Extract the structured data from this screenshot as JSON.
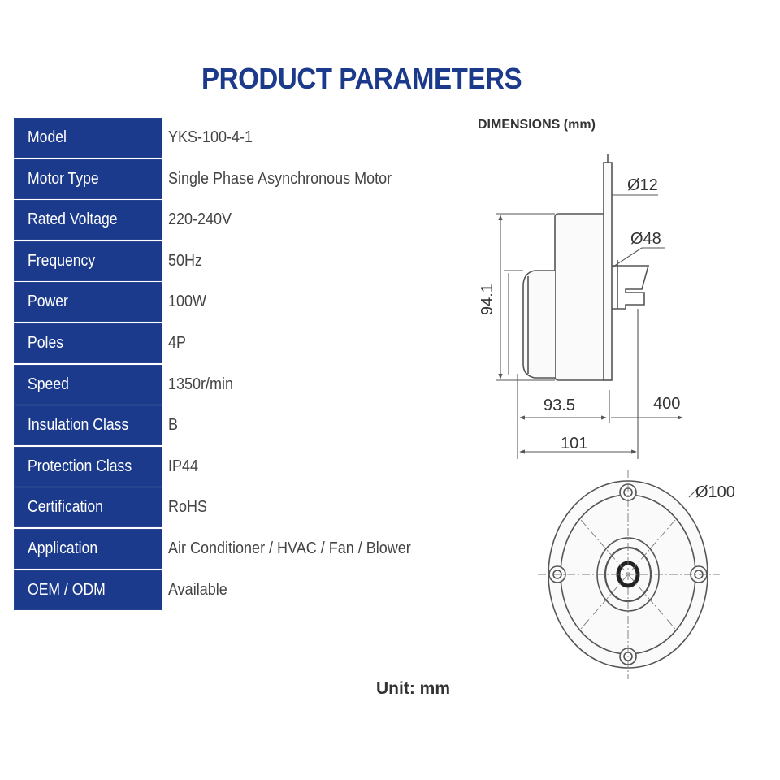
{
  "title": "PRODUCT PARAMETERS",
  "parameters": [
    {
      "label": "Model",
      "value": "YKS-100-4-1"
    },
    {
      "label": "Motor Type",
      "value": "Single Phase Asynchronous Motor"
    },
    {
      "label": "Rated Voltage",
      "value": "220-240V"
    },
    {
      "label": "Frequency",
      "value": "50Hz"
    },
    {
      "label": "Power",
      "value": "100W"
    },
    {
      "label": "Poles",
      "value": "4P"
    },
    {
      "label": "Speed",
      "value": "1350r/min"
    },
    {
      "label": "Insulation Class",
      "value": "B"
    },
    {
      "label": "Protection Class",
      "value": "IP44"
    },
    {
      "label": "Certification",
      "value": "RoHS"
    },
    {
      "label": "Application",
      "value": "Air Conditioner / HVAC / Fan / Blower"
    },
    {
      "label": "OEM / ODM",
      "value": "Available"
    }
  ],
  "dimensions": {
    "title": "DIMENSIONS (mm)",
    "shaft_diameter": "Ø12",
    "boss_diameter": "Ø48",
    "height": "94.1",
    "body_length": "93.5",
    "shaft_length": "400",
    "overall_length": "101",
    "flange_diameter": "Ø100"
  },
  "unit_note": "Unit: mm",
  "colors": {
    "accent": "#1c3a8c",
    "line": "#555555"
  }
}
